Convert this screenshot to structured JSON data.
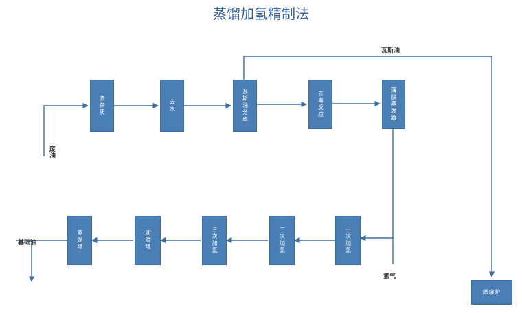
{
  "title": "蒸馏加氢精制法",
  "colors": {
    "box": "#4a7fb5",
    "line": "#3a6ea5",
    "title": "#2f5b9a"
  },
  "nodes": {
    "n1": "去杂质",
    "n2": "去水",
    "n3": "瓦斯油分离",
    "n4": "去毒反应",
    "n5": "薄膜蒸发器",
    "n6": "一次加氢",
    "n7": "二次加氢",
    "n8": "三次加氢",
    "n9": "润滑塔",
    "n10": "蒸馏塔",
    "n11": "燃烧炉"
  },
  "labels": {
    "waste_oil": "废油",
    "gas_oil": "瓦斯油",
    "hydrogen": "氢气",
    "base_oil": "基础油"
  }
}
